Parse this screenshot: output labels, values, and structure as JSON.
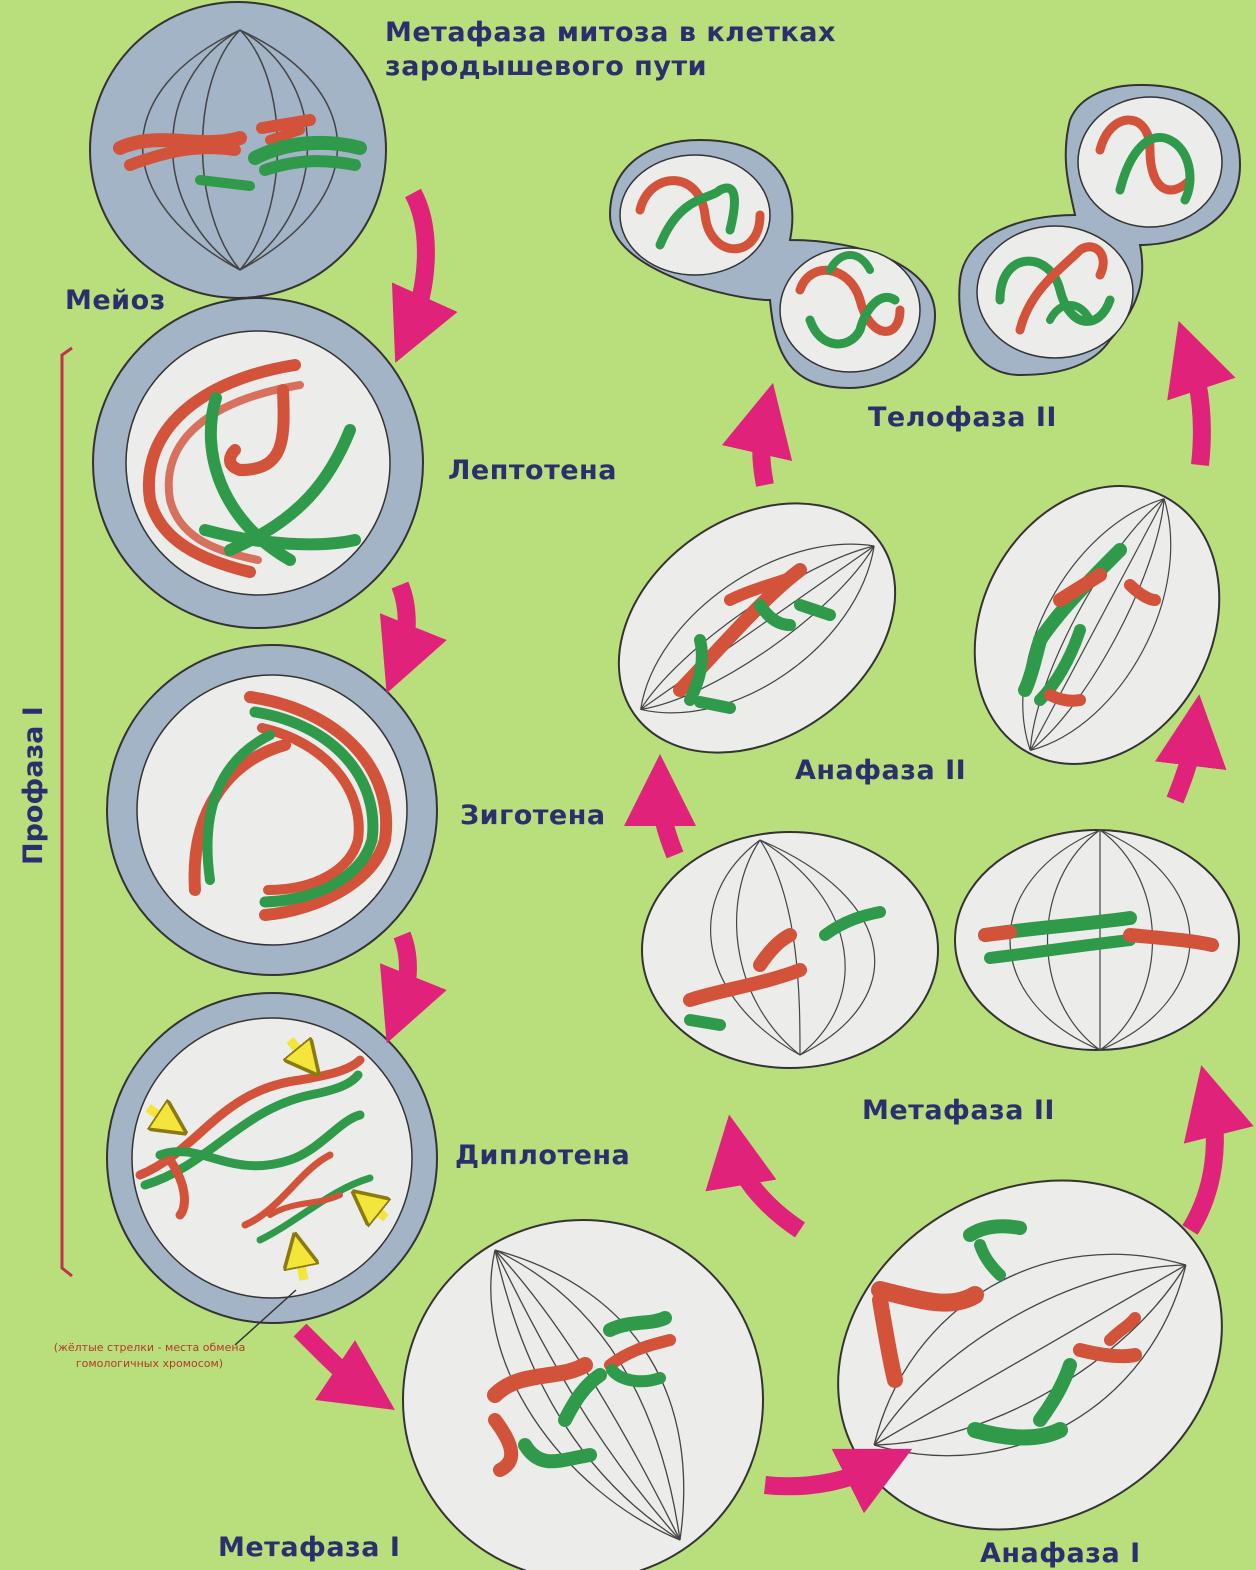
{
  "title": "Метафаза митоза в клетках\nзародышевого пути",
  "labels": {
    "meiosis": "Мейоз",
    "leptotene": "Лептотена",
    "zygotene": "Зиготена",
    "diplotene": "Диплотена",
    "metaphase1": "Метафаза I",
    "anaphase1": "Анафаза I",
    "metaphase2": "Метафаза II",
    "anaphase2": "Анафаза II",
    "telophase2": "Телофаза II",
    "prophase1": "Профаза I"
  },
  "note": "(жёлтые стрелки - места обмена\nгомологичных хромосом)",
  "colors": {
    "background": "#b9df7c",
    "nucleus_ring": "#a3b4c6",
    "cell_fill": "#ececeb",
    "chromosome_red": "#d2533a",
    "chromosome_green": "#2f9a4a",
    "arrow": "#e0227a",
    "text": "#2b2f6e",
    "bracket": "#c4314b",
    "exchange_arrow": "#f4e53a"
  }
}
